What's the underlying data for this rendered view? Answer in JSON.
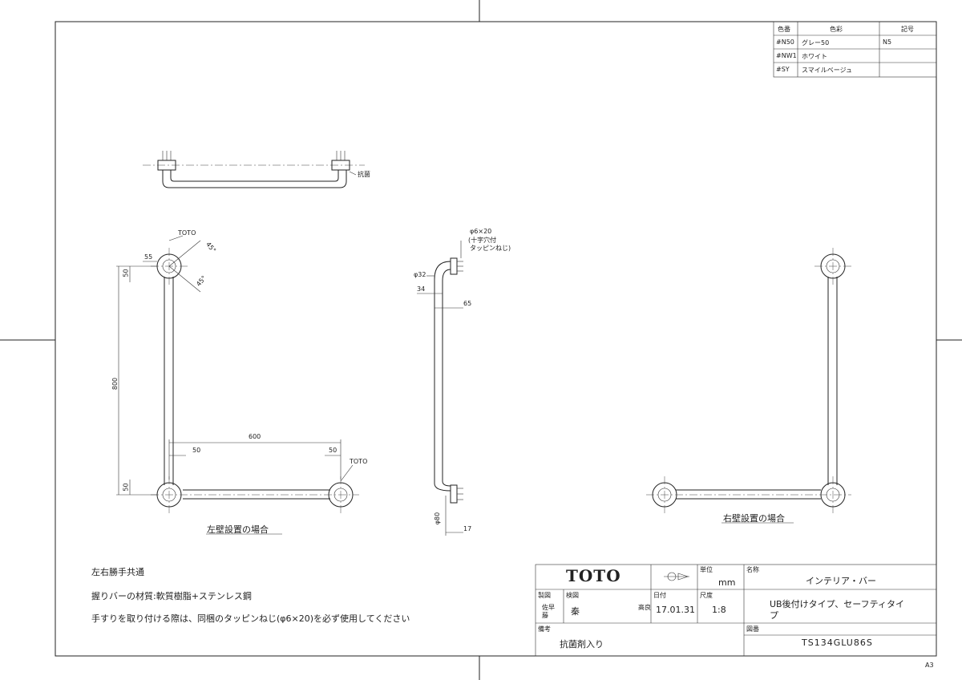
{
  "sheet_size": "A3",
  "color_table": {
    "headers": [
      "色番",
      "色彩",
      "記号"
    ],
    "rows": [
      {
        "code": "#N50",
        "name": "グレー50",
        "symbol": "N5"
      },
      {
        "code": "#NW1",
        "name": "ホワイト",
        "symbol": ""
      },
      {
        "code": "#SY",
        "name": "スマイルベージュ",
        "symbol": ""
      }
    ]
  },
  "drawing_labels": {
    "kouken": "抗菌",
    "toto_mark_1": "TOTO",
    "toto_mark_2": "TOTO",
    "screw_spec_1": "φ6×20",
    "screw_spec_2": "(十字穴付",
    "screw_spec_3": "タッピンねじ)",
    "left_view_caption": "左壁設置の場合",
    "right_view_caption": "右壁設置の場合"
  },
  "dimensions": {
    "d55": "55",
    "d50_top": "50",
    "d45_a": "45°",
    "d45_b": "45°",
    "d800": "800",
    "d600": "600",
    "d50_left": "50",
    "d50_right": "50",
    "d50_bottom": "50",
    "d32": "φ32",
    "d34": "34",
    "d65": "65",
    "d80": "φ80",
    "d17": "17"
  },
  "notes": [
    "左右勝手共通",
    "握りバーの材質:軟質樹脂+ステンレス鋼",
    "手すりを取り付ける際は、同梱のタッピンねじ(φ6×20)を必ず使用してください"
  ],
  "title_block": {
    "brand": "TOTO",
    "unit_label": "単位",
    "unit_value": "mm",
    "name_label": "名称",
    "name_value": "インテリア・バー",
    "made_label": "製図",
    "made_name_1": "佐早",
    "made_name_2": "藤",
    "check_label": "検図",
    "check_name_1": "秦",
    "check_name_2": "高良",
    "date_label": "日付",
    "date_value": "17.01.31",
    "scale_label": "尺度",
    "scale_value": "1:8",
    "subtitle_1": "UB後付けタイプ、セーフティタイ",
    "subtitle_2": "プ",
    "remarks_label": "備考",
    "remarks_value": "抗菌剤入り",
    "drawing_no_label": "図番",
    "drawing_no_value": "TS134GLU86S"
  }
}
